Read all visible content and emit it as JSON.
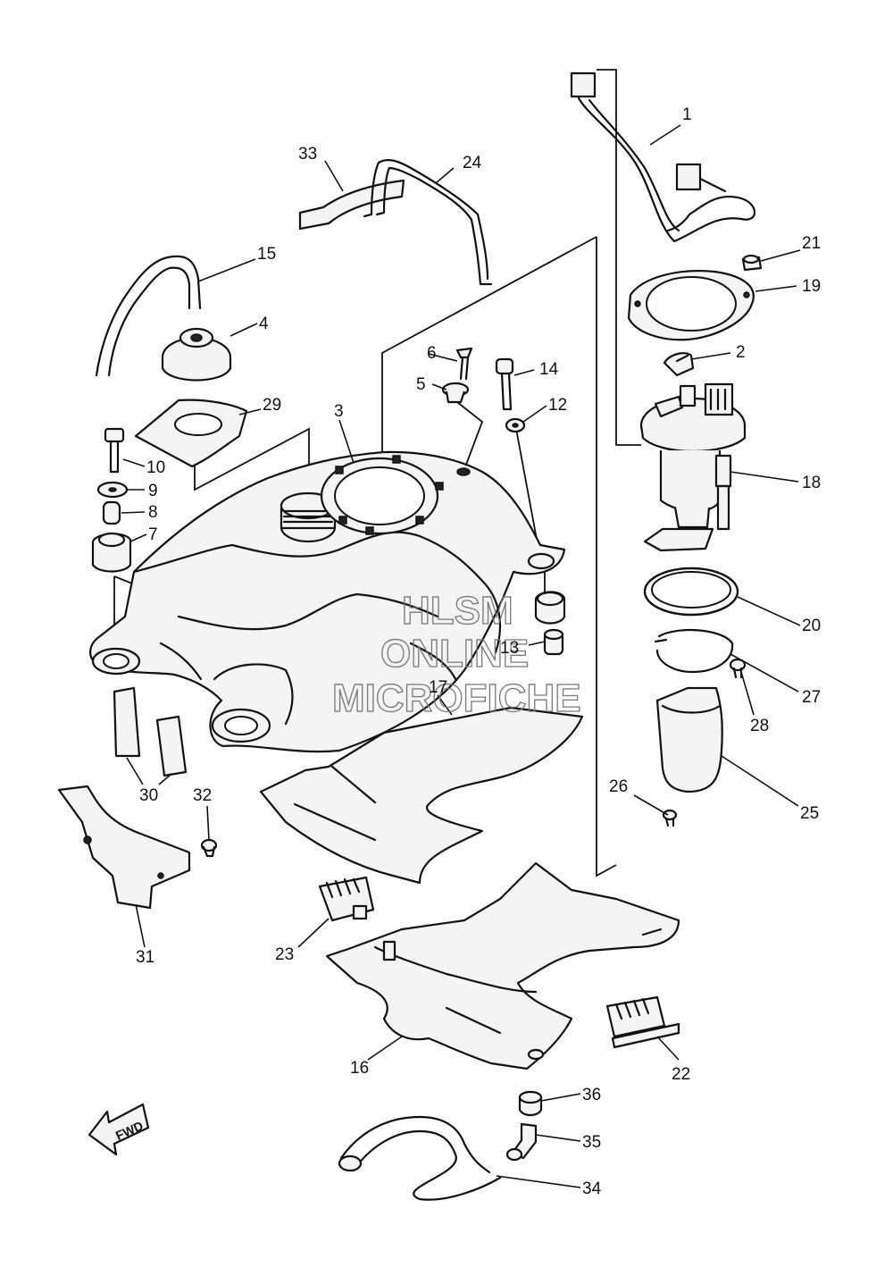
{
  "diagram": {
    "parts": [
      {
        "id": "1"
      },
      {
        "id": "2"
      },
      {
        "id": "3"
      },
      {
        "id": "4"
      },
      {
        "id": "5"
      },
      {
        "id": "6"
      },
      {
        "id": "7"
      },
      {
        "id": "8"
      },
      {
        "id": "9"
      },
      {
        "id": "10"
      },
      {
        "id": "12"
      },
      {
        "id": "13"
      },
      {
        "id": "14"
      },
      {
        "id": "15"
      },
      {
        "id": "16"
      },
      {
        "id": "17"
      },
      {
        "id": "18"
      },
      {
        "id": "19"
      },
      {
        "id": "20"
      },
      {
        "id": "21"
      },
      {
        "id": "22"
      },
      {
        "id": "23"
      },
      {
        "id": "24"
      },
      {
        "id": "25"
      },
      {
        "id": "26"
      },
      {
        "id": "27"
      },
      {
        "id": "28"
      },
      {
        "id": "29"
      },
      {
        "id": "30"
      },
      {
        "id": "31"
      },
      {
        "id": "32"
      },
      {
        "id": "33"
      },
      {
        "id": "34"
      },
      {
        "id": "35"
      },
      {
        "id": "36"
      }
    ],
    "direction_label": "FWD",
    "watermark": {
      "line1": "HLSM",
      "line2": "ONLINE",
      "line3": "MICROFICHE"
    }
  }
}
